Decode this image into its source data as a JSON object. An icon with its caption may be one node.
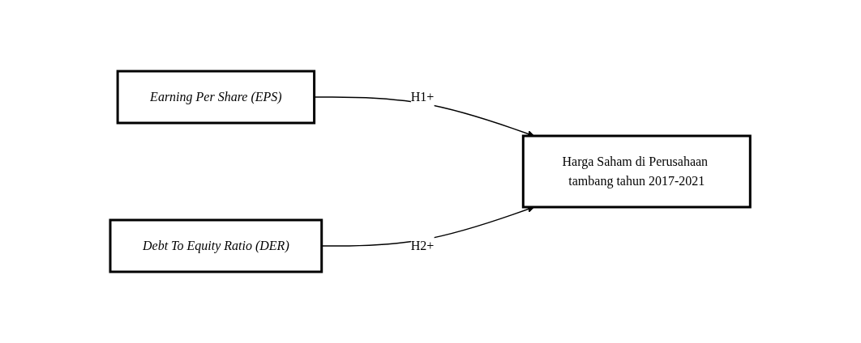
{
  "diagram": {
    "nodes": [
      {
        "text": [
          "Earning Per Share (EPS)"
        ]
      },
      {
        "text": [
          "Debt To Equity Ratio (DER)"
        ]
      },
      {
        "text": [
          "Harga Saham di Perusahaan tambang tahun 2017-2021"
        ]
      }
    ],
    "edges": [
      {
        "from": 0,
        "to": 2,
        "arrow": "to",
        "label": "H1+"
      },
      {
        "from": 1,
        "to": 2,
        "arrow": "to",
        "label": "H2+"
      }
    ]
  }
}
